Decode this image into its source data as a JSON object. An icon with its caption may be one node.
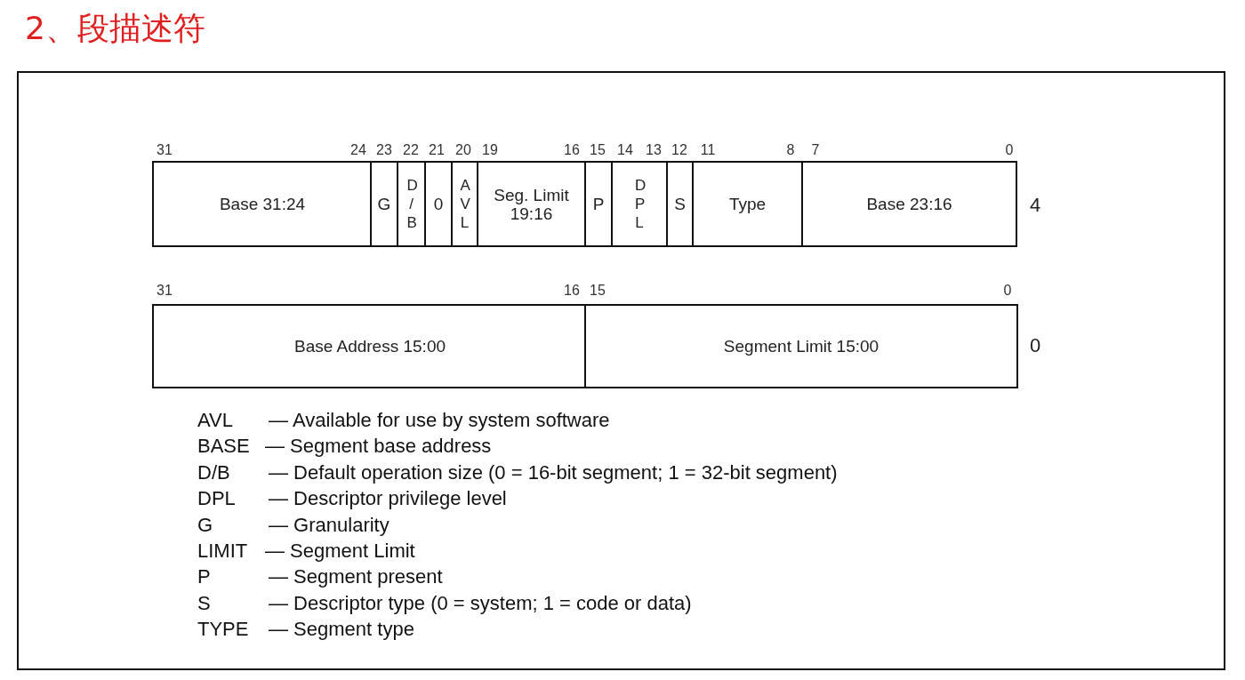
{
  "diagram": {
    "title": "2、段描述符",
    "nodes": [
      {
        "text": [
          "Base 31:24"
        ]
      },
      {
        "text": [
          "G"
        ]
      },
      {
        "text": [
          "D / B"
        ]
      },
      {
        "text": [
          "0"
        ]
      },
      {
        "text": [
          "A V L"
        ]
      },
      {
        "text": [
          "Seg. Limit 19:16"
        ]
      },
      {
        "text": [
          "P"
        ]
      },
      {
        "text": [
          "D P L"
        ]
      },
      {
        "text": [
          "S"
        ]
      },
      {
        "text": [
          "Type"
        ]
      },
      {
        "text": [
          "Base 23:16"
        ]
      },
      {
        "text": [
          "Base Address 15:00"
        ]
      },
      {
        "text": [
          "Segment Limit 15:00"
        ]
      }
    ],
    "edges": [],
    "labels": [
      "31",
      "24",
      "23",
      "22",
      "21",
      "20",
      "19",
      "16",
      "15",
      "14",
      "13",
      "12",
      "11",
      "8",
      "7",
      "0",
      "4",
      "31",
      "16",
      "15",
      "0",
      "0",
      "AVL",
      "— Available for use by system software",
      "BASE",
      "— Segment base address",
      "D/B",
      "— Default operation size (0 = 16-bit segment; 1 = 32-bit segment)",
      "DPL",
      "— Descriptor privilege level",
      "G",
      "— Granularity",
      "LIMIT",
      "— Segment Limit",
      "P",
      "— Segment present",
      "S",
      "— Descriptor type (0 = system; 1 = code or data)",
      "TYPE",
      "— Segment type"
    ]
  }
}
